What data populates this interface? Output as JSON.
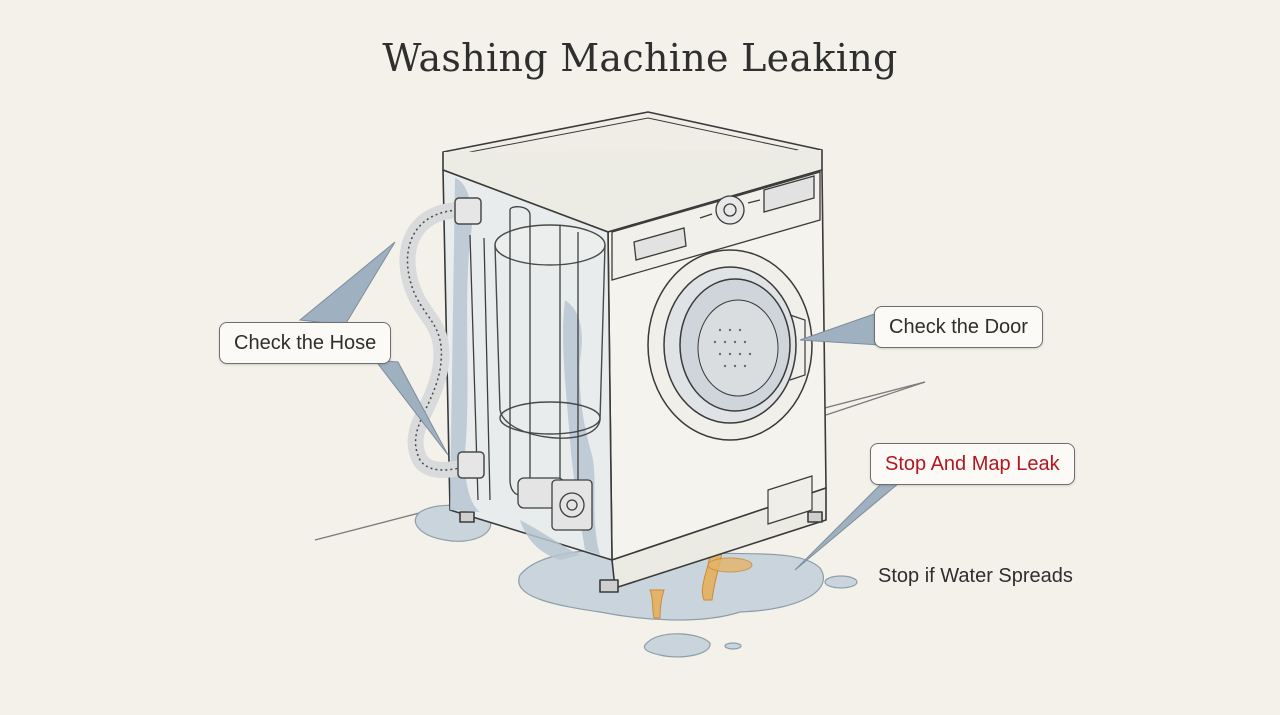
{
  "title": "Washing Machine Leaking",
  "callouts": {
    "hose": "Check the Hose",
    "door": "Check the Door",
    "leak": "Stop And Map Leak",
    "spread": "Stop if Water Spreads"
  },
  "colors": {
    "background": "#f3f1ea",
    "ink": "#3a3a3a",
    "water_blue": "#aebfcc",
    "water_orange": "#e2a64a",
    "warning_red": "#b3161e",
    "pointer_blue": "#9fb0c0"
  }
}
